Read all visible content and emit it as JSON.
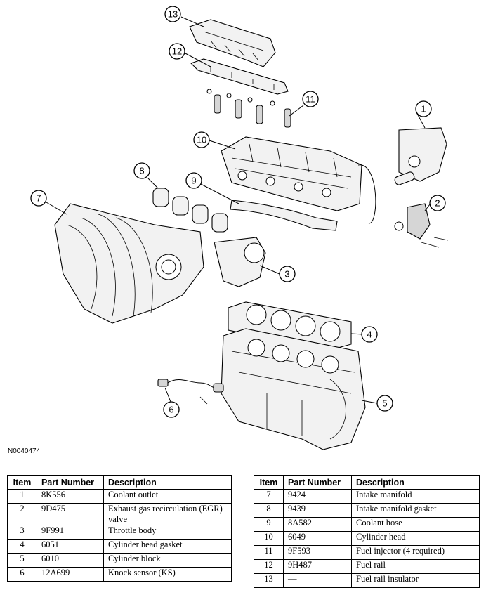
{
  "figure_id": "N0040474",
  "callouts": [
    "1",
    "2",
    "3",
    "4",
    "5",
    "6",
    "7",
    "8",
    "9",
    "10",
    "11",
    "12",
    "13"
  ],
  "table_headers": {
    "item": "Item",
    "part_number": "Part Number",
    "description": "Description"
  },
  "left_rows": [
    {
      "item": "1",
      "part_number": "8K556",
      "description": "Coolant outlet"
    },
    {
      "item": "2",
      "part_number": "9D475",
      "description": "Exhaust gas recirculation (EGR) valve"
    },
    {
      "item": "3",
      "part_number": "9F991",
      "description": "Throttle body"
    },
    {
      "item": "4",
      "part_number": "6051",
      "description": "Cylinder head gasket"
    },
    {
      "item": "5",
      "part_number": "6010",
      "description": "Cylinder block"
    },
    {
      "item": "6",
      "part_number": "12A699",
      "description": "Knock sensor (KS)"
    }
  ],
  "right_rows": [
    {
      "item": "7",
      "part_number": "9424",
      "description": "Intake manifold"
    },
    {
      "item": "8",
      "part_number": "9439",
      "description": "Intake manifold gasket"
    },
    {
      "item": "9",
      "part_number": "8A582",
      "description": "Coolant hose"
    },
    {
      "item": "10",
      "part_number": "6049",
      "description": "Cylinder head"
    },
    {
      "item": "11",
      "part_number": "9F593",
      "description": "Fuel injector (4 required)"
    },
    {
      "item": "12",
      "part_number": "9H487",
      "description": "Fuel rail"
    },
    {
      "item": "13",
      "part_number": "—",
      "description": "Fuel rail insulator"
    }
  ]
}
